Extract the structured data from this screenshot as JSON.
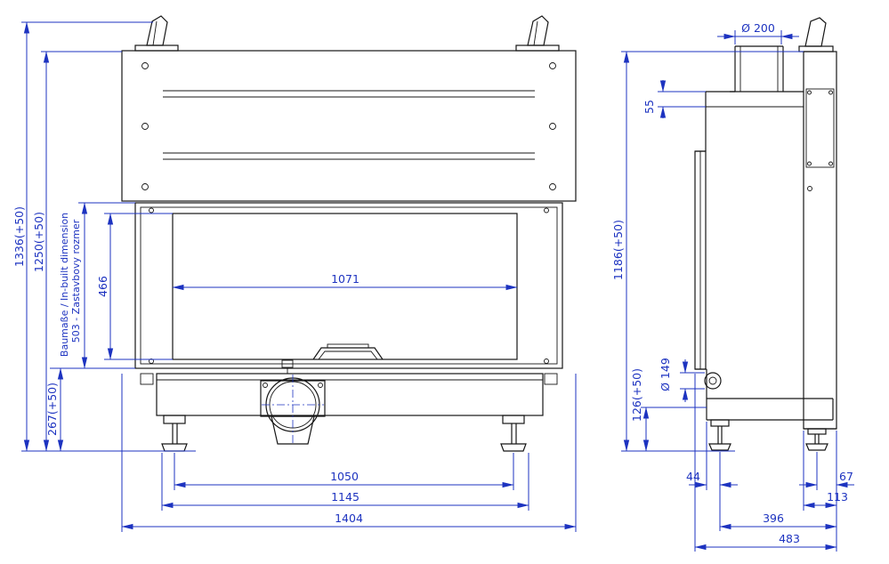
{
  "colors": {
    "drawing_line": "#161616",
    "dimension": "#1d33c0",
    "background": "#ffffff"
  },
  "front_view": {
    "dims": {
      "overall_height": "1336(+50)",
      "body_height": "1250(+50)",
      "inbuilt_line1": "503 - Zastavbovy rozmer",
      "inbuilt_line2": "Baumaße / In-built dimension",
      "glass_height": "466",
      "plinth_height": "267(+50)",
      "glass_width": "1071",
      "feet_span": "1050",
      "feet_outer_span": "1145",
      "overall_width": "1404"
    }
  },
  "side_view": {
    "dims": {
      "flue_diameter": "Ø 200",
      "top_plate": "55",
      "overall_height": "1186(+50)",
      "plinth_height": "126(+50)",
      "duct_diameter": "Ø 149",
      "front_foot_offset": "44",
      "rear_foot_offset": "67",
      "rear_panel_depth": "113",
      "foot_to_back": "396",
      "overall_depth": "483"
    }
  }
}
